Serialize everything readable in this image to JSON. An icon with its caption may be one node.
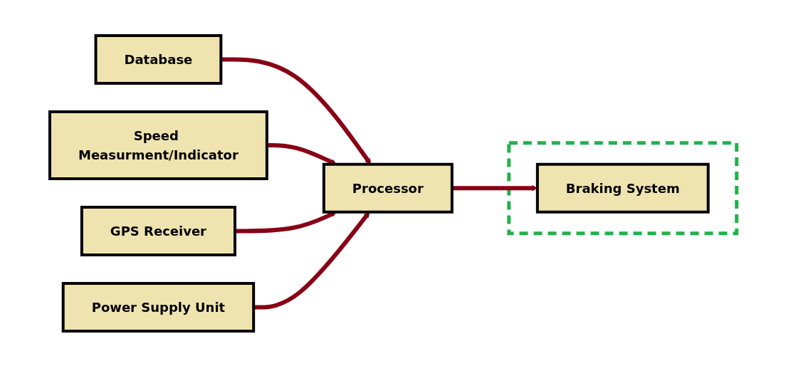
{
  "diagram": {
    "nodes": [
      {
        "text": [
          "Database"
        ]
      },
      {
        "text": [
          "Speed Measurment/Indicator"
        ]
      },
      {
        "text": [
          "GPS Receiver"
        ]
      },
      {
        "text": [
          "Processor"
        ]
      },
      {
        "text": [],
        "shape": "box"
      },
      {
        "text": [
          "Braking System"
        ],
        "in": 4
      },
      {
        "text": [
          "Power Supply Unit"
        ]
      }
    ],
    "edges": [
      {
        "from": 0,
        "to": 3,
        "arrow": "to"
      },
      {
        "from": 1,
        "to": 3,
        "arrow": "to"
      },
      {
        "from": 2,
        "to": 3,
        "arrow": "to"
      },
      {
        "from": 3,
        "to": 5,
        "arrow": "to"
      },
      {
        "from": 6,
        "to": 3,
        "arrow": "to"
      }
    ]
  }
}
